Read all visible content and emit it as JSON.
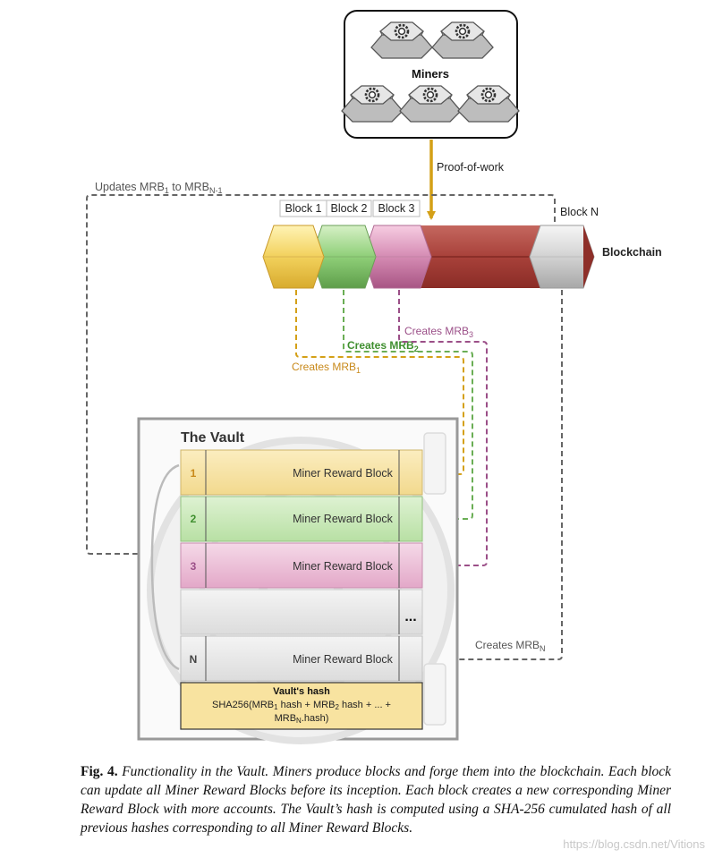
{
  "miners": {
    "label": "Miners"
  },
  "pow": {
    "label": "Proof-of-work"
  },
  "updates": {
    "base": "Updates MRB",
    "sub1": "1",
    "mid": " to MRB",
    "sub2": "N-1"
  },
  "blocks": {
    "b1": "Block 1",
    "b2": "Block 2",
    "b3": "Block 3",
    "bn": "Block N"
  },
  "blockchain": {
    "label": "Blockchain"
  },
  "creates": {
    "c1": {
      "base": "Creates MRB",
      "sub": "1"
    },
    "c2": {
      "base": "Creates MRB",
      "sub": "2"
    },
    "c3": {
      "base": "Creates MRB",
      "sub": "3"
    },
    "cn": {
      "base": "Creates MRB",
      "sub": "N"
    }
  },
  "vault": {
    "title": "The Vault",
    "rows": [
      {
        "index": "1",
        "label": "Miner Reward Block"
      },
      {
        "index": "2",
        "label": "Miner Reward Block"
      },
      {
        "index": "3",
        "label": "Miner Reward Block"
      },
      {
        "index": "",
        "label": "..."
      },
      {
        "index": "N",
        "label": "Miner Reward Block"
      }
    ],
    "hash": {
      "title": "Vault's hash",
      "l1a": "SHA256(MRB",
      "l1s1": "1",
      "l1b": " hash + MRB",
      "l1s2": "2",
      "l1c": " hash + ... +",
      "l2a": "MRB",
      "l2s": "N",
      "l2b": ".hash)"
    }
  },
  "caption": {
    "fig": "Fig. 4.",
    "text": "Functionality in the Vault. Miners produce blocks and forge them into the blockchain. Each block can update all Miner Reward Blocks before its inception. Each block creates a new corresponding Miner Reward Block with more accounts. The Vault’s hash is computed using a SHA-256 cumulated hash of all previous hashes corresponding to all Miner Reward Blocks."
  },
  "watermark": "https://blog.csdn.net/Vitions",
  "colors": {
    "gold": "#d9a72a",
    "green": "#6aae55",
    "purple": "#9b4f88",
    "red": "#a83a33",
    "grey": "#666666"
  }
}
